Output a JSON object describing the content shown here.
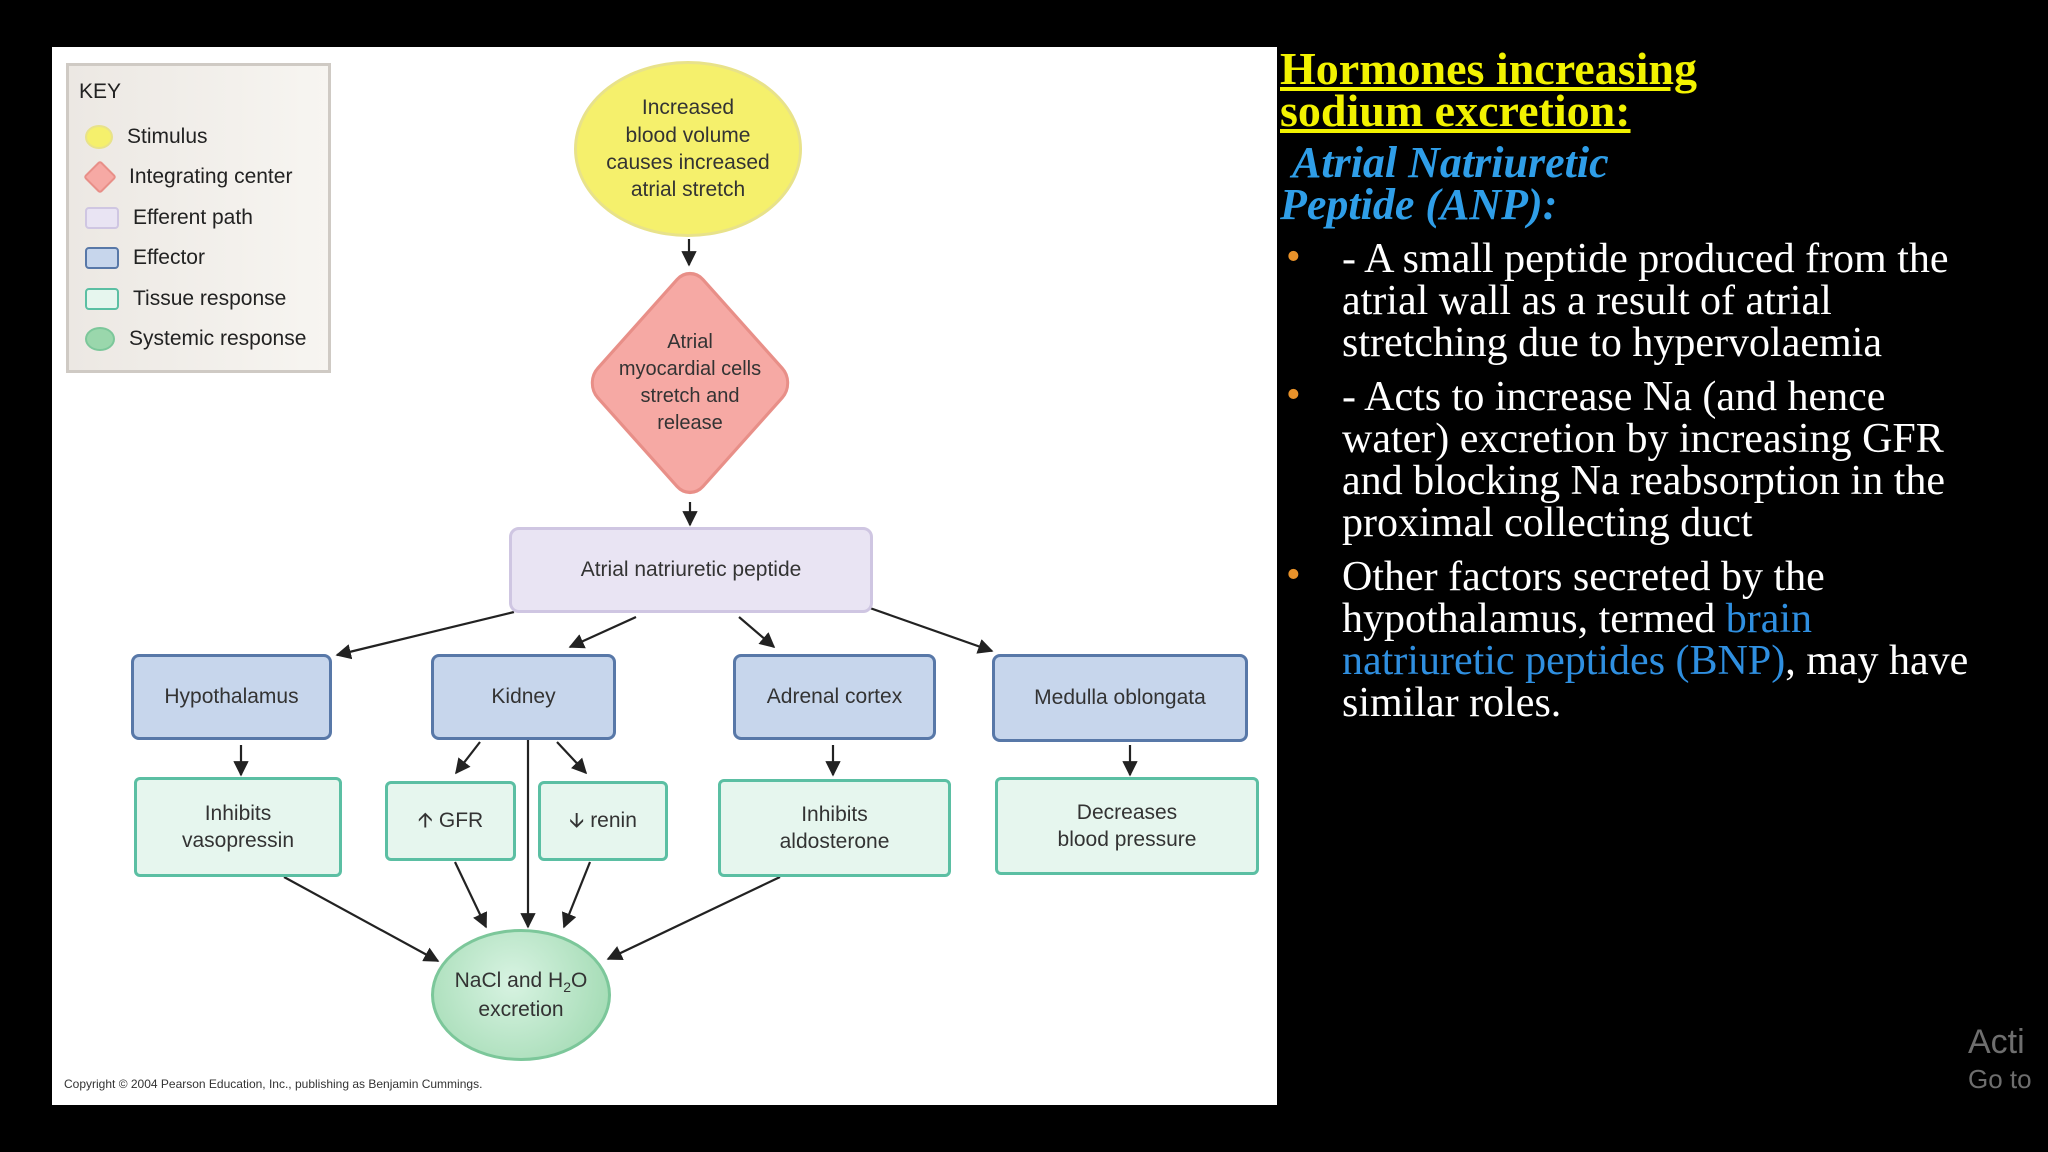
{
  "key": {
    "title": "KEY",
    "items": [
      {
        "label": "Stimulus",
        "color": "#f5f06c",
        "border": "#e8e28a",
        "shape": "circle"
      },
      {
        "label": "Integrating center",
        "color": "#f6a9a4",
        "border": "#e88f88",
        "shape": "diamond"
      },
      {
        "label": "Efferent path",
        "color": "#e9e4f3",
        "border": "#cfc6e2",
        "shape": "rect"
      },
      {
        "label": "Effector",
        "color": "#c7d6ec",
        "border": "#5878a8",
        "shape": "rect"
      },
      {
        "label": "Tissue response",
        "color": "#e6f6ee",
        "border": "#5bbfa3",
        "shape": "rect"
      },
      {
        "label": "Systemic response",
        "color": "#9ad7ac",
        "border": "#7cc79a",
        "shape": "circle"
      }
    ]
  },
  "nodes": {
    "stimulus": "Increased\nblood volume\ncauses increased\natrial stretch",
    "integrating": "Atrial\nmyocardial cells\nstretch and\nrelease",
    "anp": "Atrial natriuretic peptide",
    "hypothalamus": "Hypothalamus",
    "kidney": "Kidney",
    "adrenal": "Adrenal cortex",
    "medulla": "Medulla oblongata",
    "vasopressin": "Inhibits\nvasopressin",
    "gfr": "GFR",
    "renin": "renin",
    "aldosterone": "Inhibits\naldosterone",
    "bp": "Decreases\nblood pressure",
    "excretion_a": "NaCl and H",
    "excretion_sub": "2",
    "excretion_b": "O",
    "excretion_c": "excretion"
  },
  "copyright": "Copyright © 2004 Pearson Education, Inc., publishing as Benjamin Cummings.",
  "notes": {
    "heading_line1": "Hormones increasing",
    "heading_line2": "sodium excretion:",
    "subheading_line1": "Atrial Natriuretic",
    "subheading_line2": "Peptide (ANP):",
    "bullet1": "- A small peptide produced from the atrial wall as a result of atrial stretching due to hypervolaemia",
    "bullet2": "- Acts to increase Na (and hence water) excretion by increasing GFR and blocking Na reabsorption in the proximal collecting duct",
    "bullet3_a": "Other factors secreted by the hypothalamus, termed ",
    "bullet3_hl": "brain natriuretic peptides (BNP)",
    "bullet3_b": ", may have similar roles."
  },
  "watermark": {
    "line1": "Acti",
    "line2": "Go to"
  }
}
